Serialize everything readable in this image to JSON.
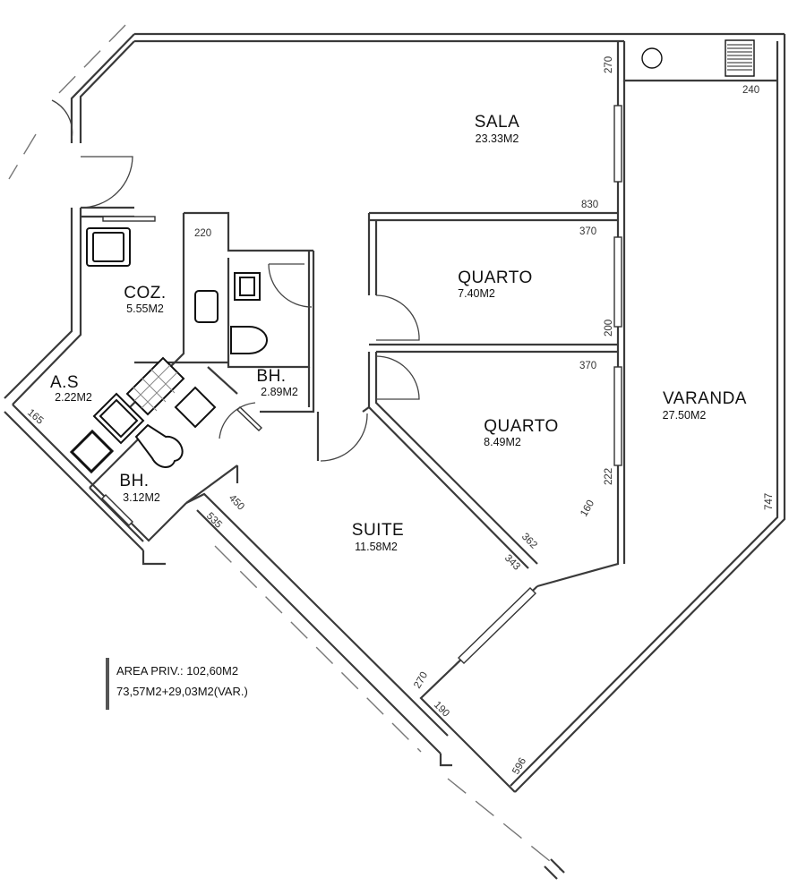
{
  "rooms": {
    "sala": {
      "name": "SALA",
      "area": "23.33M2"
    },
    "quarto1": {
      "name": "QUARTO",
      "area": "7.40M2"
    },
    "quarto2": {
      "name": "QUARTO",
      "area": "8.49M2"
    },
    "varanda": {
      "name": "VARANDA",
      "area": "27.50M2"
    },
    "coz": {
      "name": "COZ.",
      "area": "5.55M2"
    },
    "as": {
      "name": "A.S",
      "area": "2.22M2"
    },
    "bh1": {
      "name": "BH.",
      "area": "2.89M2"
    },
    "bh2": {
      "name": "BH.",
      "area": "3.12M2"
    },
    "suite": {
      "name": "SUITE",
      "area": "11.58M2"
    }
  },
  "dimensions": {
    "d270_top": "270",
    "d240": "240",
    "d830": "830",
    "d220": "220",
    "d370_a": "370",
    "d200": "200",
    "d370_b": "370",
    "d222": "222",
    "d160": "160",
    "d165": "165",
    "d450": "450",
    "d535": "535",
    "d362": "362",
    "d343": "343",
    "d747": "747",
    "d270_bottom": "270",
    "d190": "190",
    "d596": "596"
  },
  "area_note": {
    "line1": "AREA PRIV.: 102,60M2",
    "line2": "73,57M2+29,03M2(VAR.)"
  }
}
